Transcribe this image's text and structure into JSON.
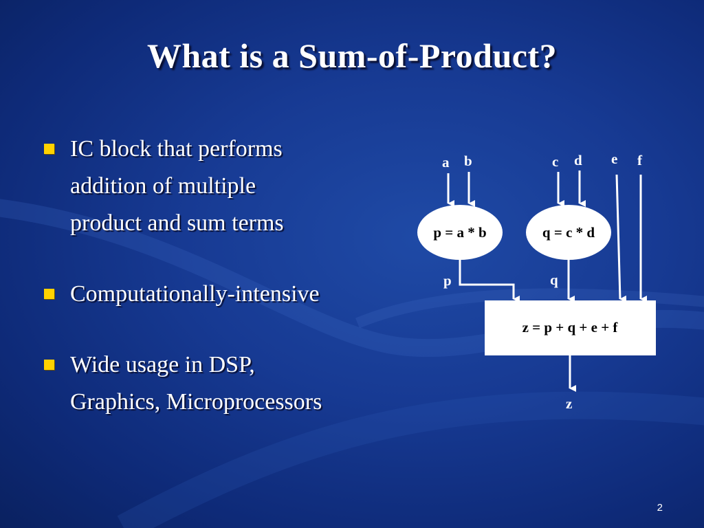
{
  "slide": {
    "title": "What is a Sum-of-Product?",
    "page_number": "2",
    "bullet_color": "#ffd200",
    "bullets": [
      {
        "text": "IC block that performs\naddition of multiple\nproduct and sum terms"
      },
      {
        "text": "Computationally-intensive"
      },
      {
        "text": "Wide usage in DSP,\nGraphics, Microprocessors"
      }
    ]
  },
  "diagram": {
    "inputs": {
      "a": "a",
      "b": "b",
      "c": "c",
      "d": "d",
      "e": "e",
      "f": "f"
    },
    "multiplier_1": "p = a * b",
    "multiplier_2": "q = c * d",
    "signal_p": "p",
    "signal_q": "q",
    "adder": "z = p + q + e + f",
    "output": "z"
  }
}
